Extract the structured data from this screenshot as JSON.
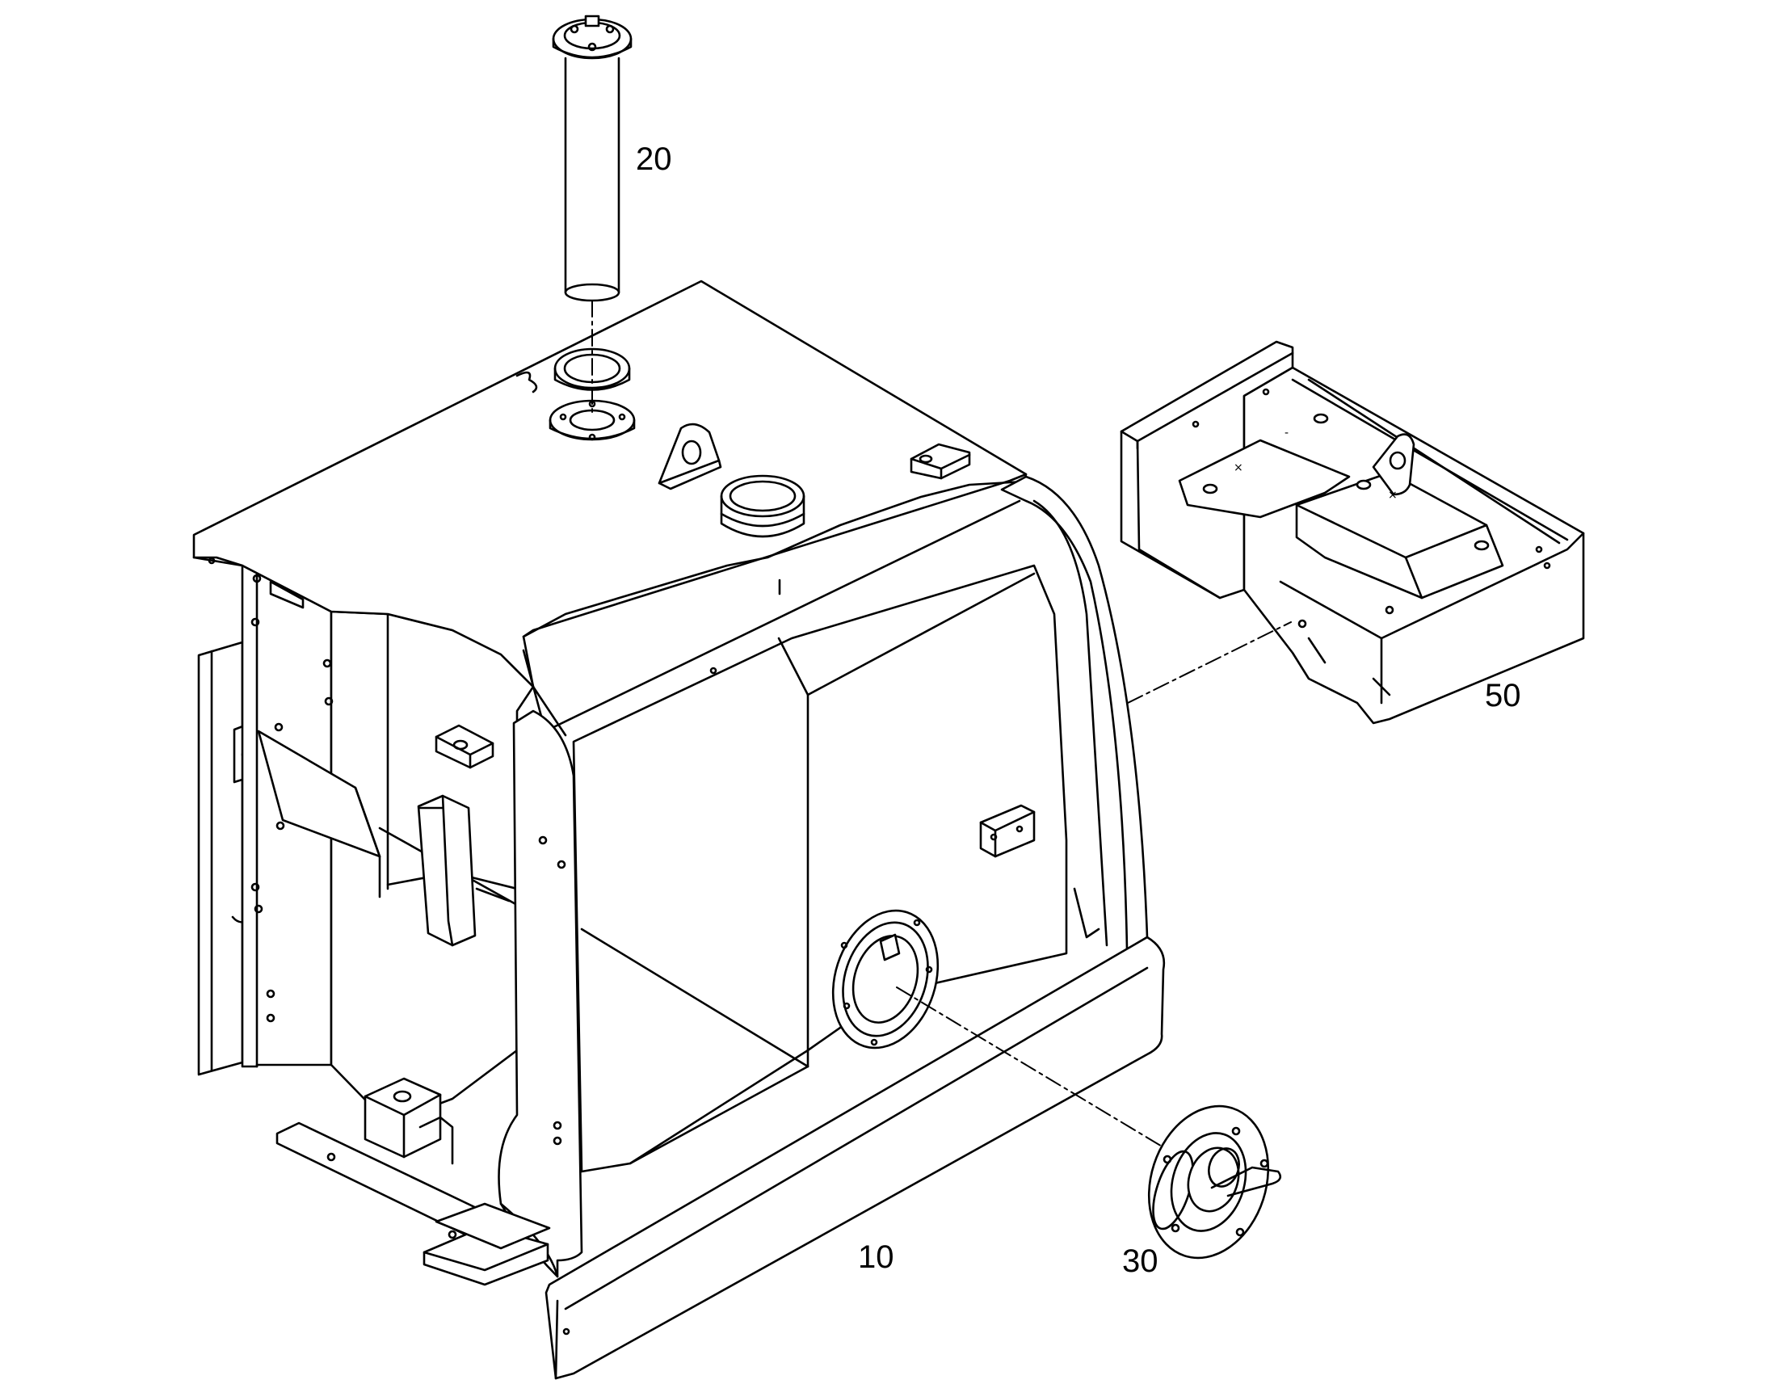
{
  "labels": {
    "part_10": "10",
    "part_20": "20",
    "part_30": "30",
    "part_50": "50"
  },
  "colors": {
    "line": "#000000",
    "fill": "#ffffff"
  }
}
